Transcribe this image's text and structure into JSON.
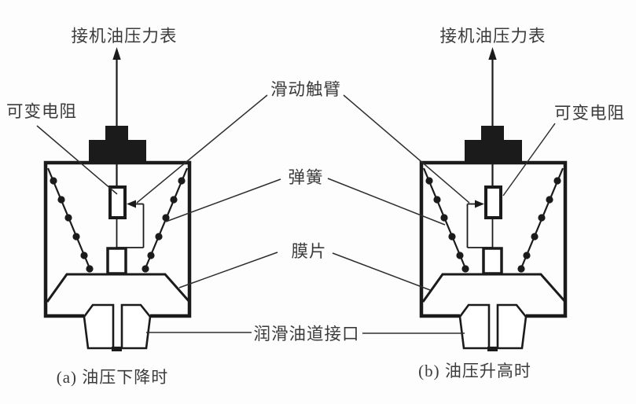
{
  "figure": {
    "type": "technical-diagram",
    "subject": "oil-pressure-sensor two-state schematic",
    "labels": {
      "gauge": "接机油压力表",
      "variable_resistor": "可变电阻",
      "sliding_arm": "滑动触臂",
      "spring": "弹簧",
      "diaphragm": "膜片",
      "oil_port": "润滑油道接口"
    },
    "captions": {
      "a": "(a) 油压下降时",
      "b": "(b) 油压升高时"
    },
    "colors": {
      "line": "#1b1b1b",
      "text": "#3b3b3b",
      "background": "#fdfdfd"
    }
  }
}
